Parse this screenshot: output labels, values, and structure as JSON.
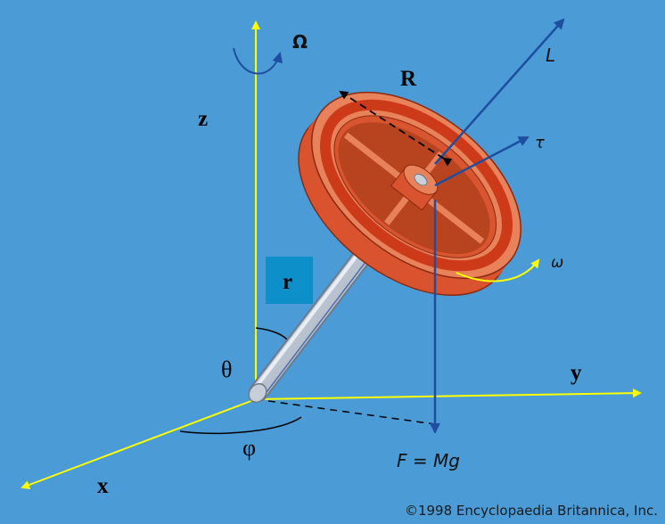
{
  "labels": {
    "z": "z",
    "y": "y",
    "x": "x",
    "R": "R",
    "r": "r",
    "theta": "θ",
    "phi": "φ",
    "Omega": "Ω",
    "L": "L",
    "tau": "τ",
    "omega": "ω",
    "force": "F = Mg"
  },
  "credit": "©1998 Encyclopaedia Britannica, Inc.",
  "colors": {
    "background": "#4a9bd6",
    "axis": "#ffff00",
    "vector": "#1f4ea0",
    "wheel_face": "#e8825a",
    "wheel_rim": "#cc3a1a",
    "r_box": "#0d8fc9"
  }
}
